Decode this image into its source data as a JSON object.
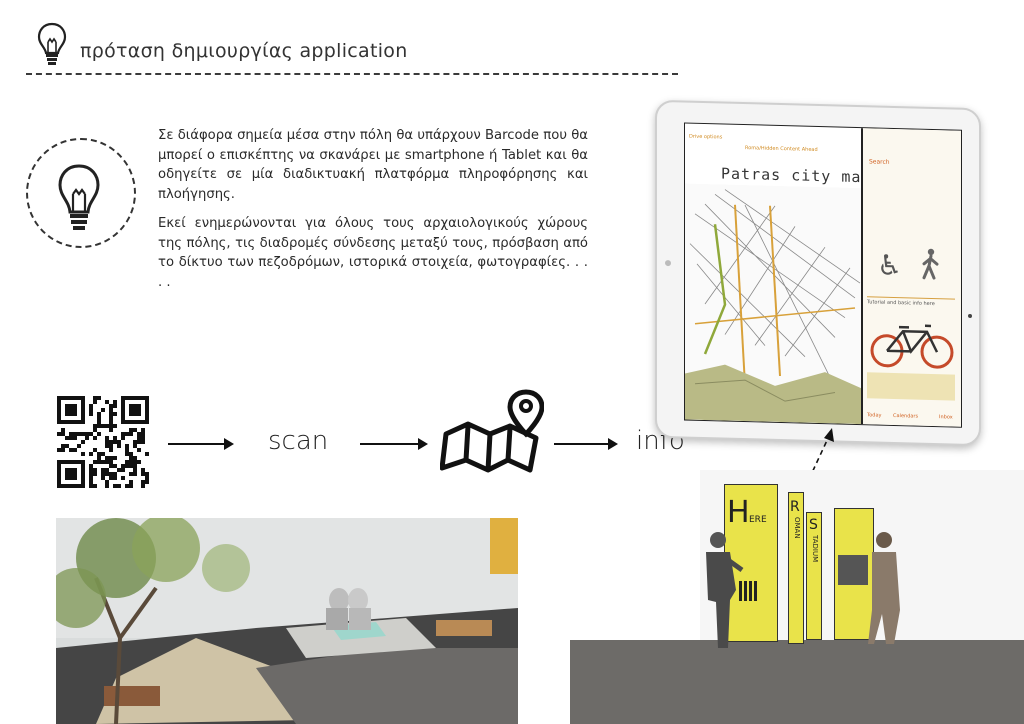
{
  "header": {
    "title": "πρόταση δημιουργίας application",
    "icon": "lightbulb-icon"
  },
  "description": {
    "paragraph1": "Σε διάφορα σημεία μέσα στην πόλη θα υπάρχουν Barcode που θα μπορεί ο επισκέπτης να σκανάρει με smartphone ή Tablet και θα οδηγείτε σε μία διαδικτυακή πλατφόρμα πληροφόρησης και πλοήγησης.",
    "paragraph2": "Εκεί ενημερώνονται για όλους τους αρχαιολογικούς χώρους της πόλης, τις διαδρομές σύνδεσης μεταξύ τους, πρόσβαση από το δίκτυο των πεζοδρόμων, ιστορικά στοιχεία, φωτογραφίες. . . . ."
  },
  "flow": {
    "scan": "scan",
    "info": "info",
    "icons": [
      "qr-code-icon",
      "map-pin-icon"
    ]
  },
  "tablet": {
    "map_title": "Patras city map",
    "nav_left": "Drive options",
    "nav_center": "Roma/Hidden Content Ahead",
    "side_label": "Search",
    "side_item": "Tutorial and basic info here",
    "bottom_left": "Today",
    "bottom_center": "Calendars",
    "bottom_right": "Inbox"
  },
  "signage": {
    "sign1_letter": "H",
    "sign1_word": "ERE",
    "sign2_letter": "R",
    "sign2_word": "OMAN",
    "sign3_letter": "S",
    "sign3_word": "TADIUM"
  },
  "colors": {
    "accent_yellow": "#e9e34a",
    "text": "#2b2b2b",
    "ground": "#6d6b68"
  }
}
